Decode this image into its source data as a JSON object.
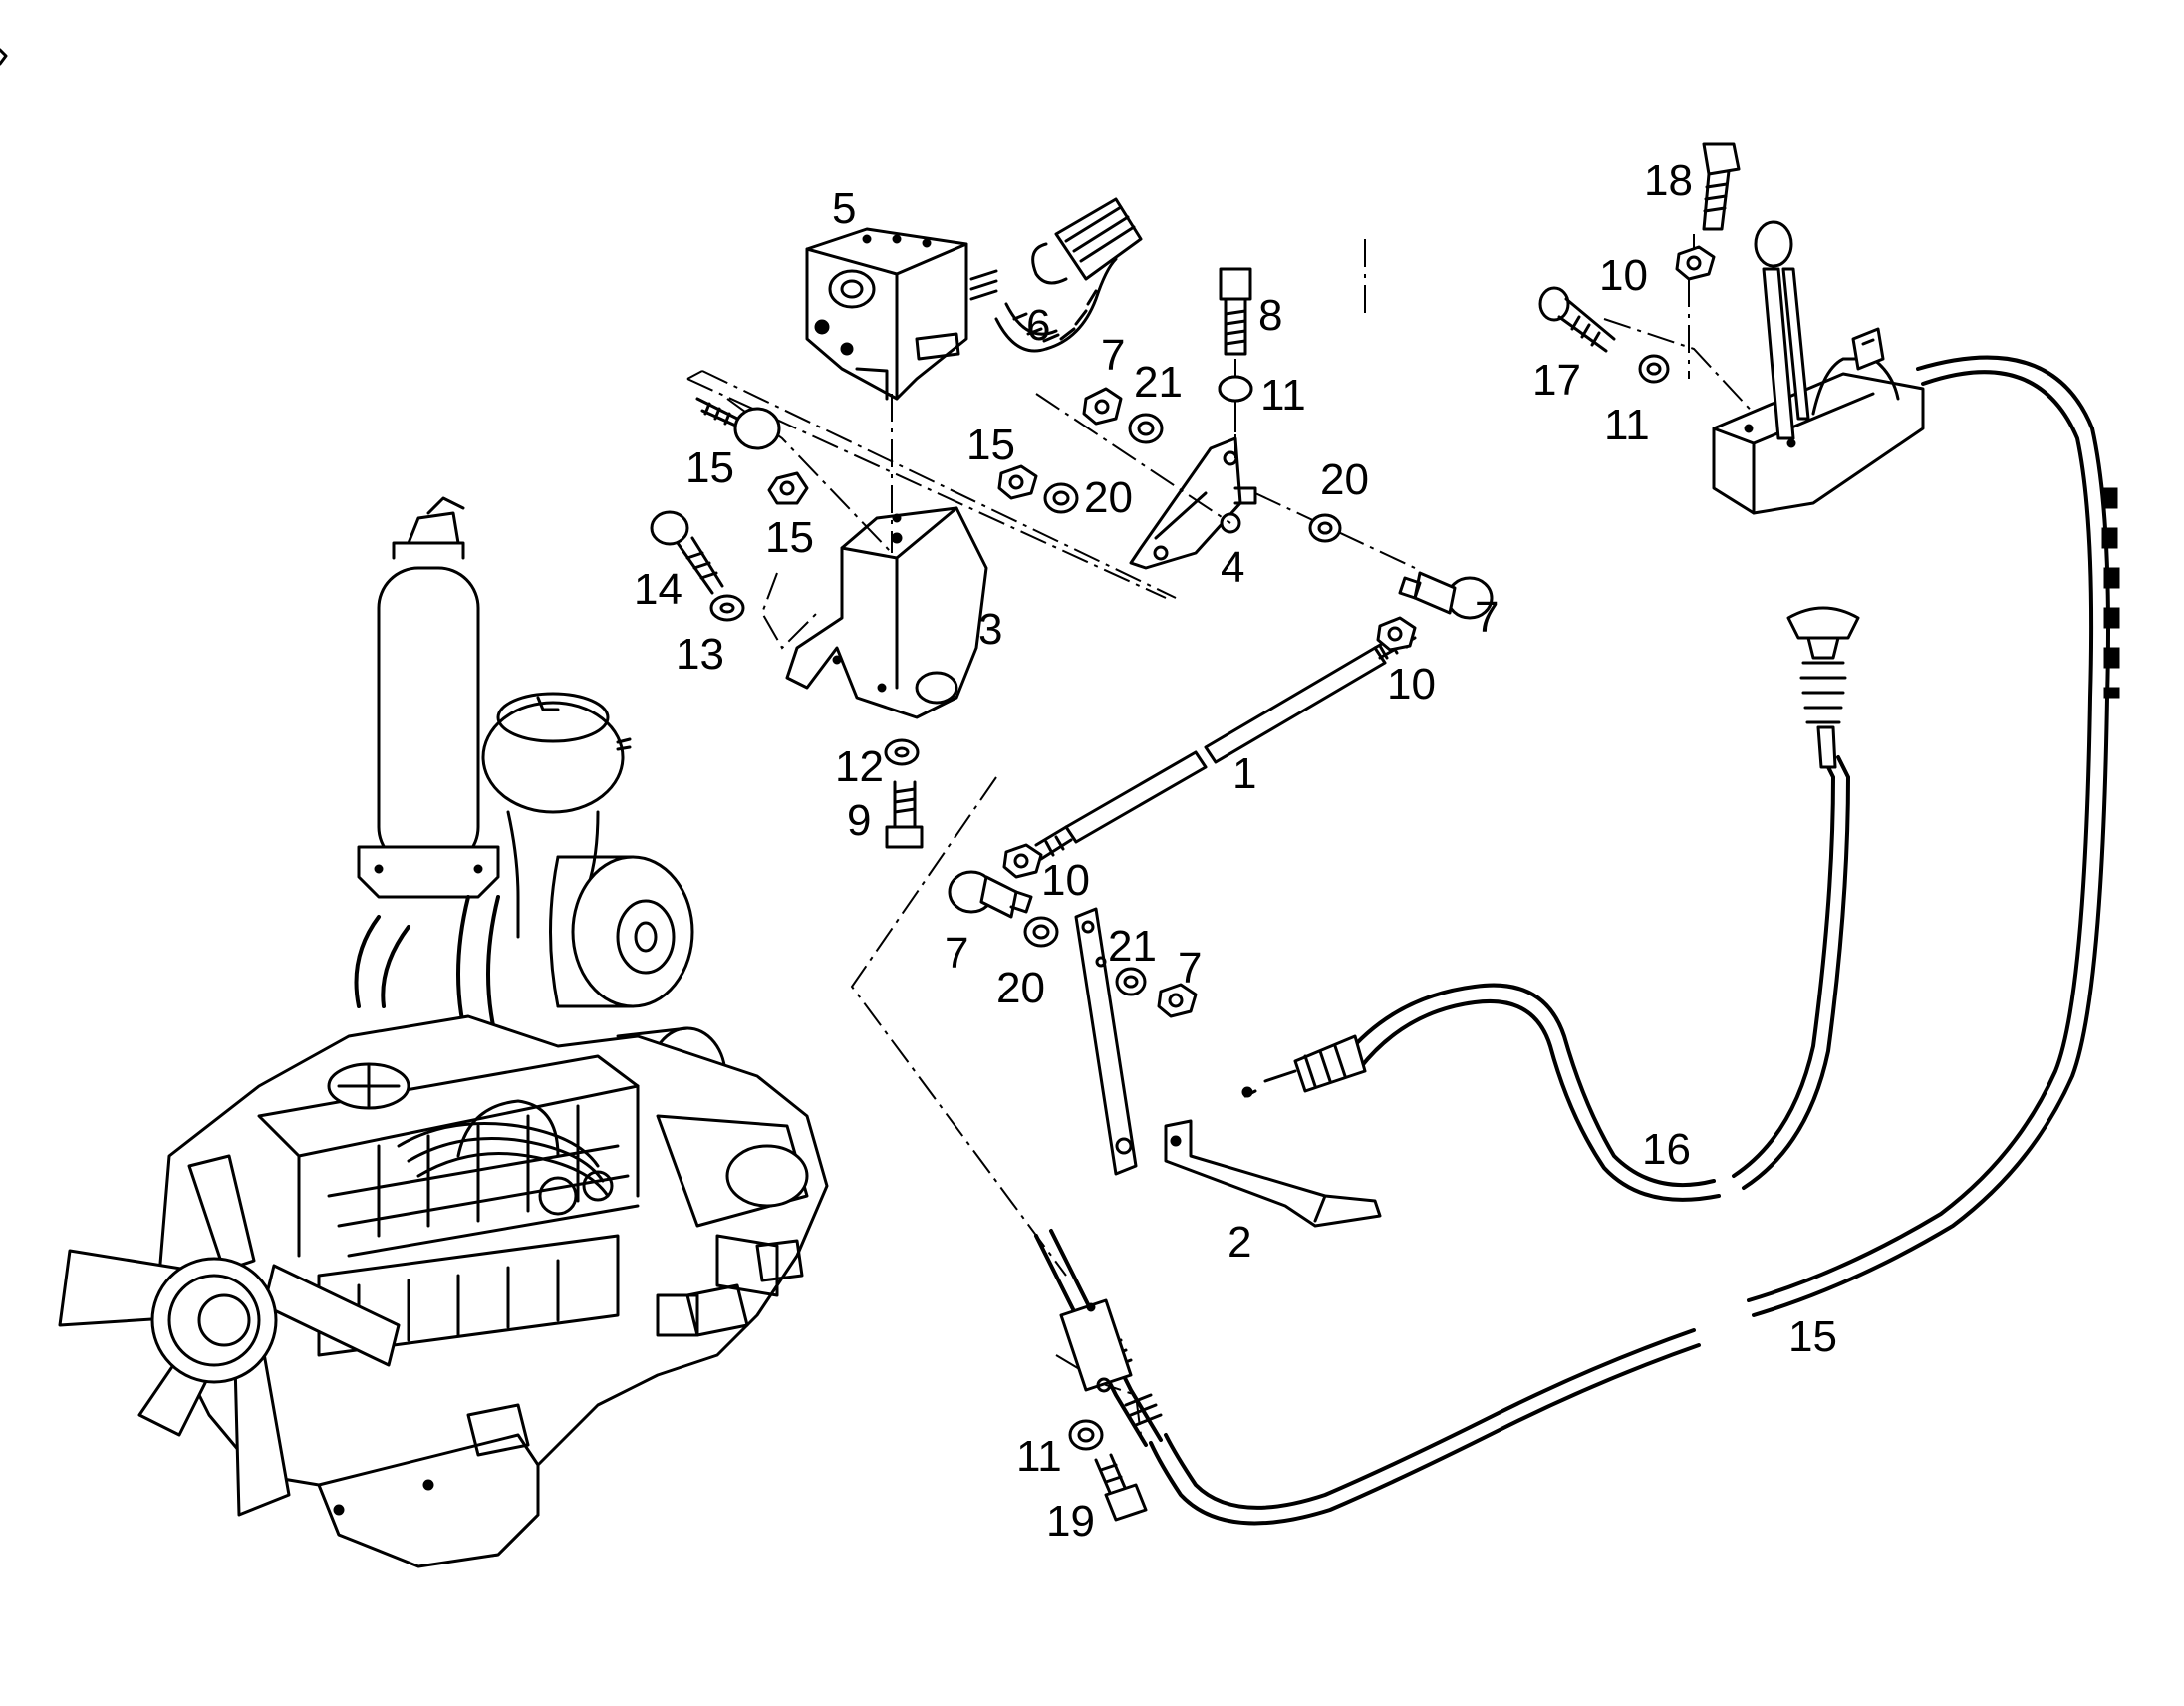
{
  "callouts": {
    "c1": "1",
    "c2": "2",
    "c3": "3",
    "c4": "4",
    "c5": "5",
    "c6": "6",
    "c7a": "7",
    "c7b": "7",
    "c7c": "7",
    "c7d": "7",
    "c8": "8",
    "c9": "9",
    "c10a": "10",
    "c10b": "10",
    "c10c": "10",
    "c11a": "11",
    "c11b": "11",
    "c11c": "11",
    "c12": "12",
    "c13": "13",
    "c14": "14",
    "c15a": "15",
    "c15b": "15",
    "c15c": "15",
    "c15d": "15",
    "c16": "16",
    "c17": "17",
    "c18": "18",
    "c19": "19",
    "c20a": "20",
    "c20b": "20",
    "c20c": "20",
    "c21a": "21",
    "c21b": "21"
  },
  "icons": {
    "engine": "engine-assembly-icon",
    "pump": "pump-housing-icon",
    "lever": "control-lever-icon",
    "cable": "control-cable-icon"
  }
}
